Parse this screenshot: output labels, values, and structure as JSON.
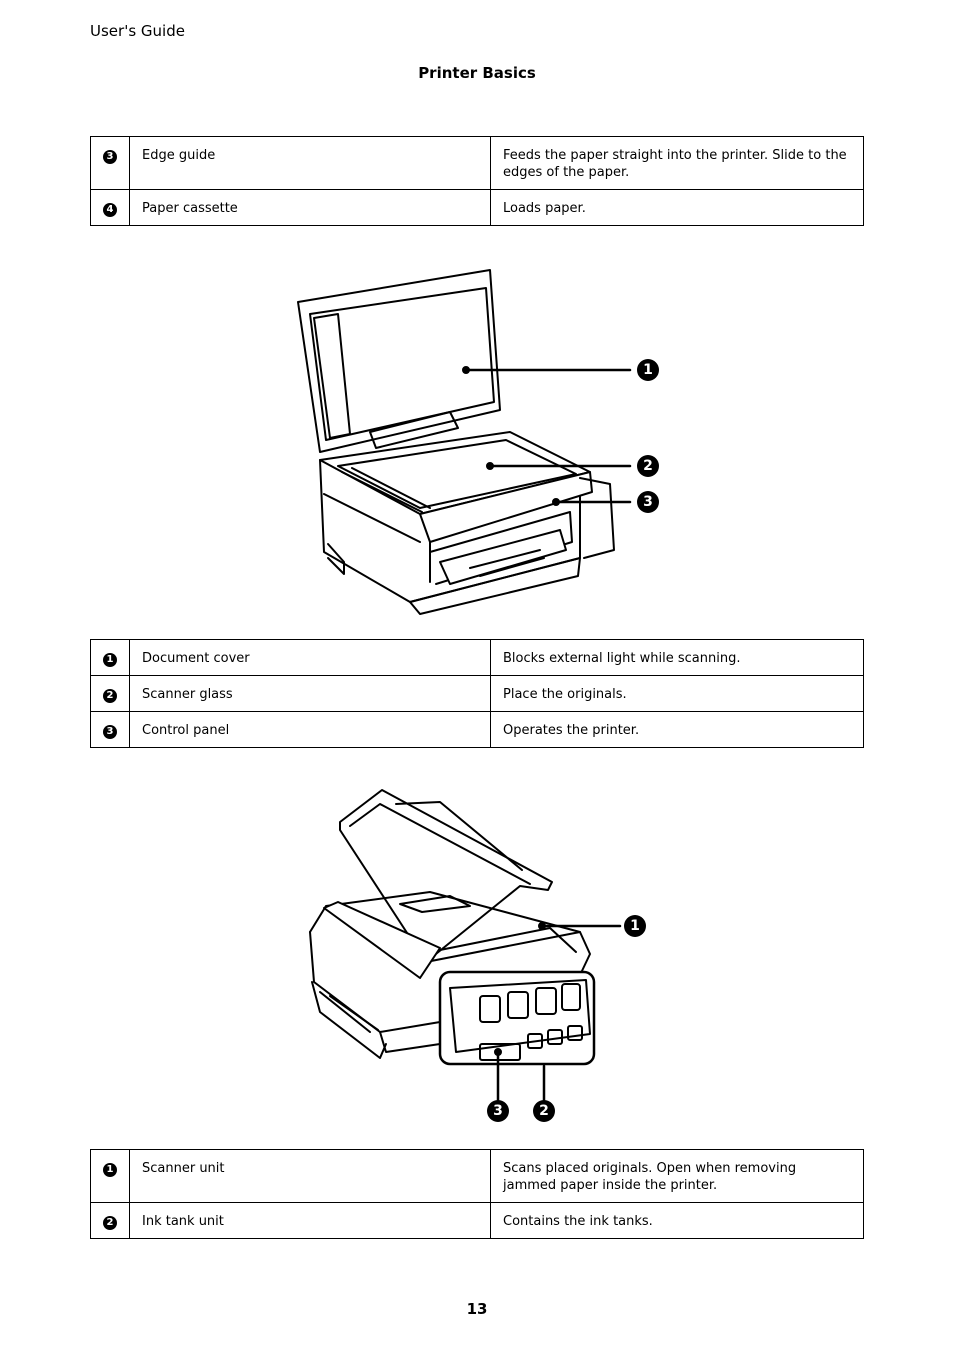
{
  "header": {
    "guide_title": "User's Guide",
    "section_title": "Printer Basics"
  },
  "table1": [
    {
      "num": "3",
      "name": "Edge guide",
      "desc": "Feeds the paper straight into the printer. Slide to the edges of the paper."
    },
    {
      "num": "4",
      "name": "Paper cassette",
      "desc": "Loads paper."
    }
  ],
  "figure1": {
    "callouts": [
      "1",
      "2",
      "3"
    ]
  },
  "table2": [
    {
      "num": "1",
      "name": "Document cover",
      "desc": "Blocks external light while scanning."
    },
    {
      "num": "2",
      "name": "Scanner glass",
      "desc": "Place the originals."
    },
    {
      "num": "3",
      "name": "Control panel",
      "desc": "Operates the printer."
    }
  ],
  "figure2": {
    "callouts": [
      "1",
      "3",
      "2"
    ]
  },
  "table3": [
    {
      "num": "1",
      "name": "Scanner unit",
      "desc": "Scans placed originals. Open when removing jammed paper inside the printer."
    },
    {
      "num": "2",
      "name": "Ink tank unit",
      "desc": "Contains the ink tanks."
    }
  ],
  "footer": {
    "page_number": "13"
  }
}
